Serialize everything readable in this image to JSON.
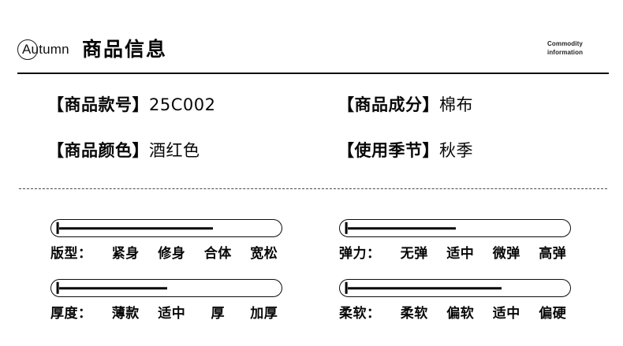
{
  "header": {
    "badge_text": "Autumn",
    "title": "商品信息",
    "corner_note_line1": "Commodity",
    "corner_note_line2": "information"
  },
  "info": {
    "rows": [
      {
        "left": {
          "key": "【商品款号】",
          "value": "25C002"
        },
        "right": {
          "key": "【商品成分】",
          "value": "棉布"
        }
      },
      {
        "left": {
          "key": "【商品颜色】",
          "value": "酒红色"
        },
        "right": {
          "key": "【使用季节】",
          "value": "秋季"
        }
      }
    ]
  },
  "sliders": [
    {
      "label": "版型：",
      "options": [
        "紧身",
        "修身",
        "合体",
        "宽松"
      ],
      "selected_index": 2,
      "selected": "合体",
      "fill_percent": 71
    },
    {
      "label": "弹力：",
      "options": [
        "无弹",
        "适中",
        "微弹",
        "高弹"
      ],
      "selected_index": 1,
      "selected": "适中",
      "fill_percent": 50
    },
    {
      "label": "厚度：",
      "options": [
        "薄款",
        "适中",
        "厚",
        "加厚"
      ],
      "selected_index": 1,
      "selected": "适中",
      "fill_percent": 50
    },
    {
      "label": "柔软：",
      "options": [
        "柔软",
        "偏软",
        "适中",
        "偏硬"
      ],
      "selected_index": 2,
      "selected": "适中",
      "fill_percent": 71
    }
  ],
  "colors": {
    "ink": "#080808",
    "rule": "#0d0d0d",
    "dashed": "#4a4a4a",
    "background": "#ffffff"
  }
}
